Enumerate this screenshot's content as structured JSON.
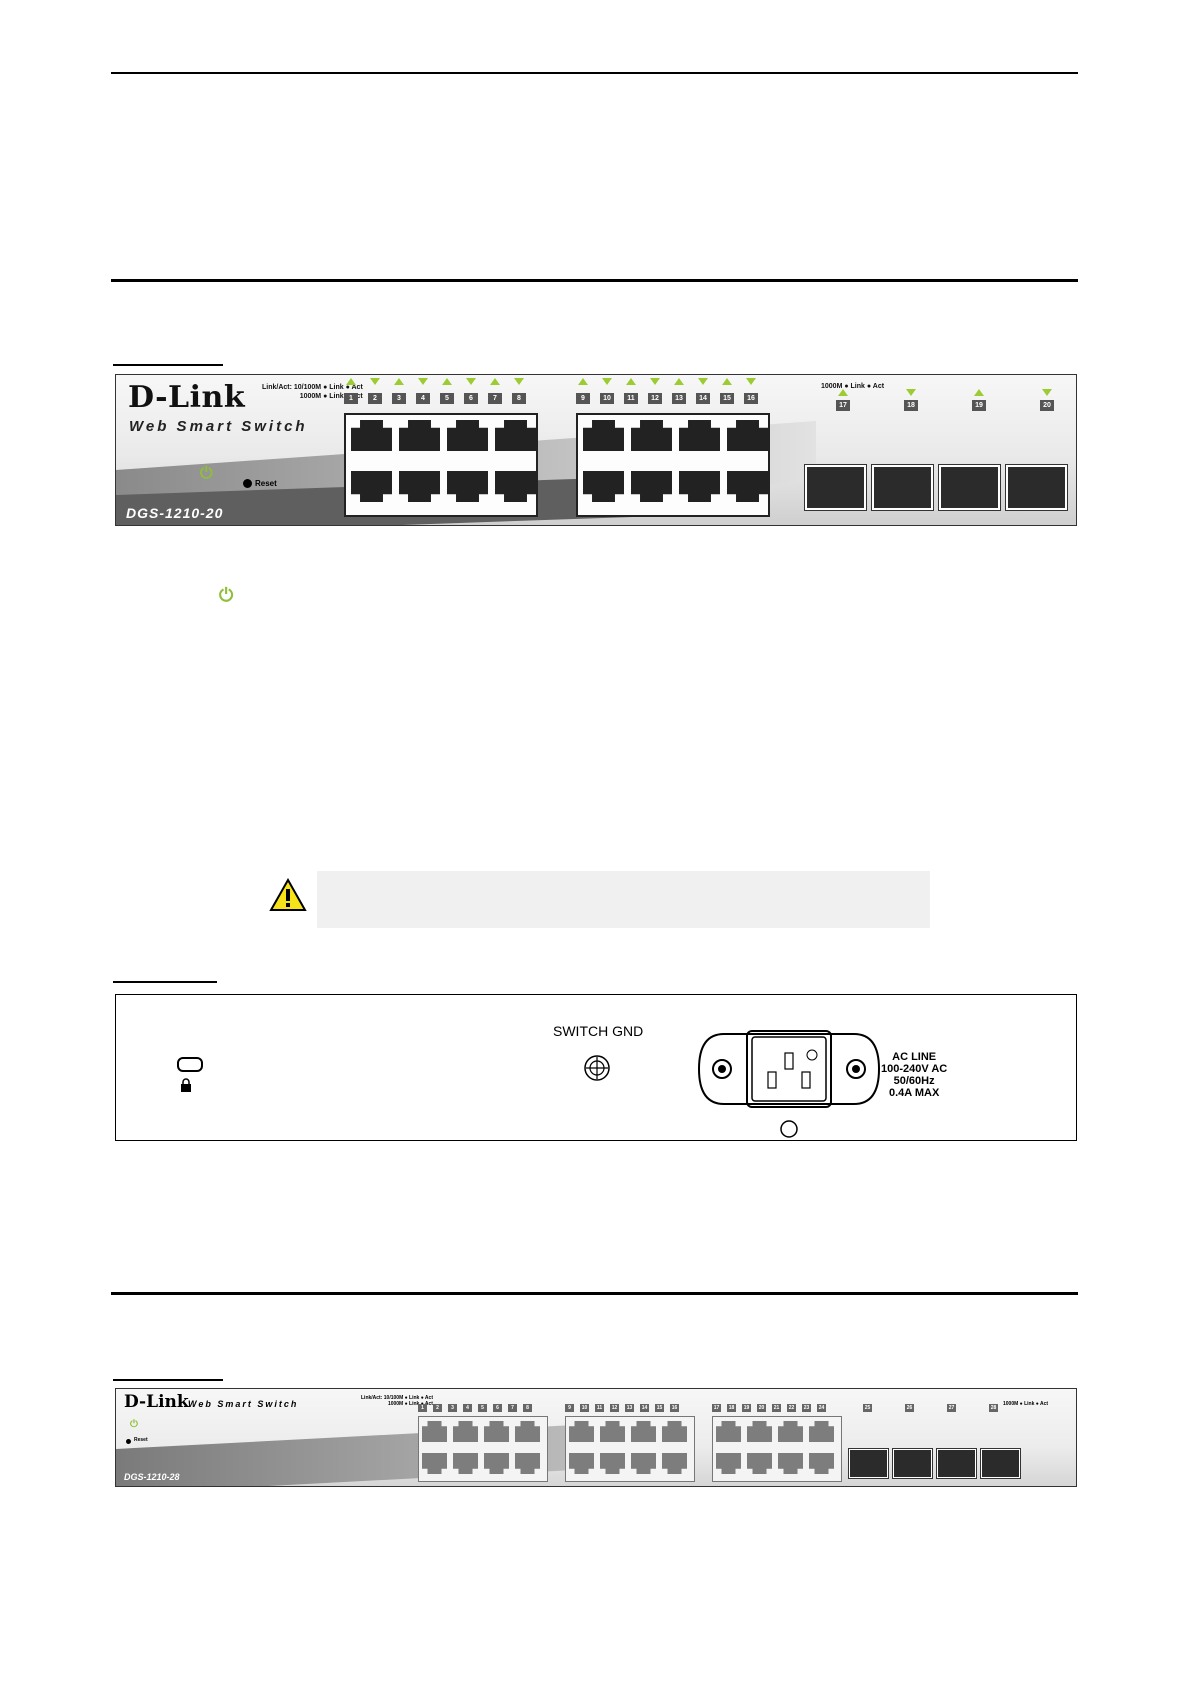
{
  "panel_20": {
    "brand": "D-Link",
    "tagline": "Web Smart Switch",
    "model": "DGS-1210-20",
    "legend_line1": "Link/Act: 10/100M ● Link ● Act",
    "legend_line2": "1000M ● Link ● Act",
    "sfp_legend": "1000M ● Link ● Act",
    "reset_label": "Reset",
    "port_numbers": [
      "1",
      "2",
      "3",
      "4",
      "5",
      "6",
      "7",
      "8",
      "9",
      "10",
      "11",
      "12",
      "13",
      "14",
      "15",
      "16"
    ],
    "sfp_numbers": [
      "17",
      "18",
      "19",
      "20"
    ]
  },
  "rear_panel": {
    "ground_label": "SWITCH GND",
    "ac_line": "AC LINE",
    "ac_voltage": "100-240V AC",
    "ac_freq": "50/60Hz",
    "ac_current": "0.4A MAX"
  },
  "panel_28": {
    "brand": "D-Link",
    "tagline": "Web Smart Switch",
    "model": "DGS-1210-28",
    "legend_line1": "Link/Act: 10/100M ● Link ● Act",
    "legend_line2": "1000M ● Link ● Act",
    "sfp_legend": "1000M ● Link ● Act",
    "reset_label": "Reset",
    "port_numbers": [
      "1",
      "2",
      "3",
      "4",
      "5",
      "6",
      "7",
      "8",
      "9",
      "10",
      "11",
      "12",
      "13",
      "14",
      "15",
      "16",
      "17",
      "18",
      "19",
      "20",
      "21",
      "22",
      "23",
      "24"
    ],
    "sfp_numbers": [
      "25",
      "26",
      "27",
      "28"
    ]
  },
  "colors": {
    "led": "#9ccc34",
    "caution": "#f5e21a"
  }
}
